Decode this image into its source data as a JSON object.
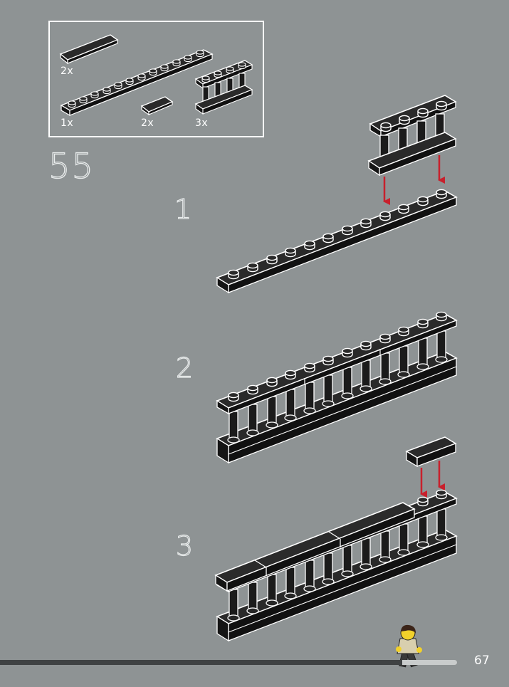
{
  "step": {
    "number": "55",
    "substeps": [
      "1",
      "2",
      "3"
    ]
  },
  "parts": [
    {
      "name": "tile-1x4",
      "quantity": "2x"
    },
    {
      "name": "plate-1x12",
      "quantity": "1x"
    },
    {
      "name": "tile-1x2",
      "quantity": "2x"
    },
    {
      "name": "fence-1x4x2",
      "quantity": "3x"
    }
  ],
  "page": {
    "number": "67",
    "progress": 0.88
  },
  "colors": {
    "background": "#8e9394",
    "brick": "#1b1b1b",
    "outline": "#ffffff",
    "arrow": "#c8202c"
  }
}
